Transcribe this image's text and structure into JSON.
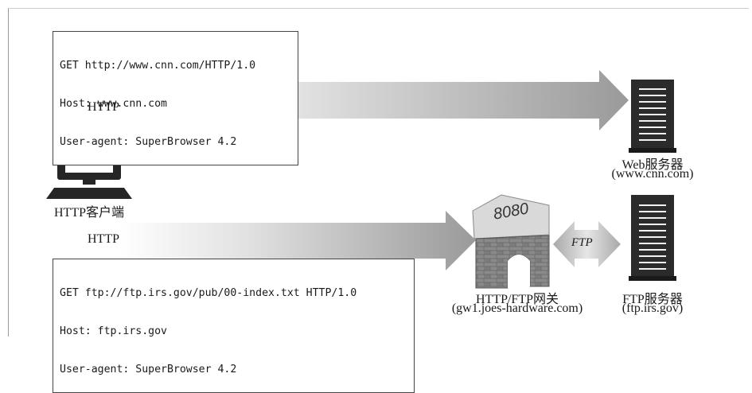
{
  "request_top": {
    "lines": [
      "GET http://www.cnn.com/HTTP/1.0",
      "Host: www.cnn.com",
      "User-agent: SuperBrowser 4.2"
    ]
  },
  "request_bottom": {
    "lines": [
      "GET ftp://ftp.irs.gov/pub/00-index.txt HTTP/1.0",
      "Host: ftp.irs.gov",
      "User-agent: SuperBrowser 4.2"
    ]
  },
  "protocol_top": "HTTP",
  "protocol_bottom": "HTTP",
  "client_label": "HTTP客户端",
  "web_server": {
    "name": "Web服务器",
    "host": "(www.cnn.com)"
  },
  "gateway": {
    "name": "HTTP/FTP网关",
    "host": "(gw1.joes-hardware.com)",
    "port": "8080"
  },
  "ftp_link": "FTP",
  "ftp_server": {
    "name": "FTP服务器",
    "host": "(ftp.irs.gov)"
  }
}
